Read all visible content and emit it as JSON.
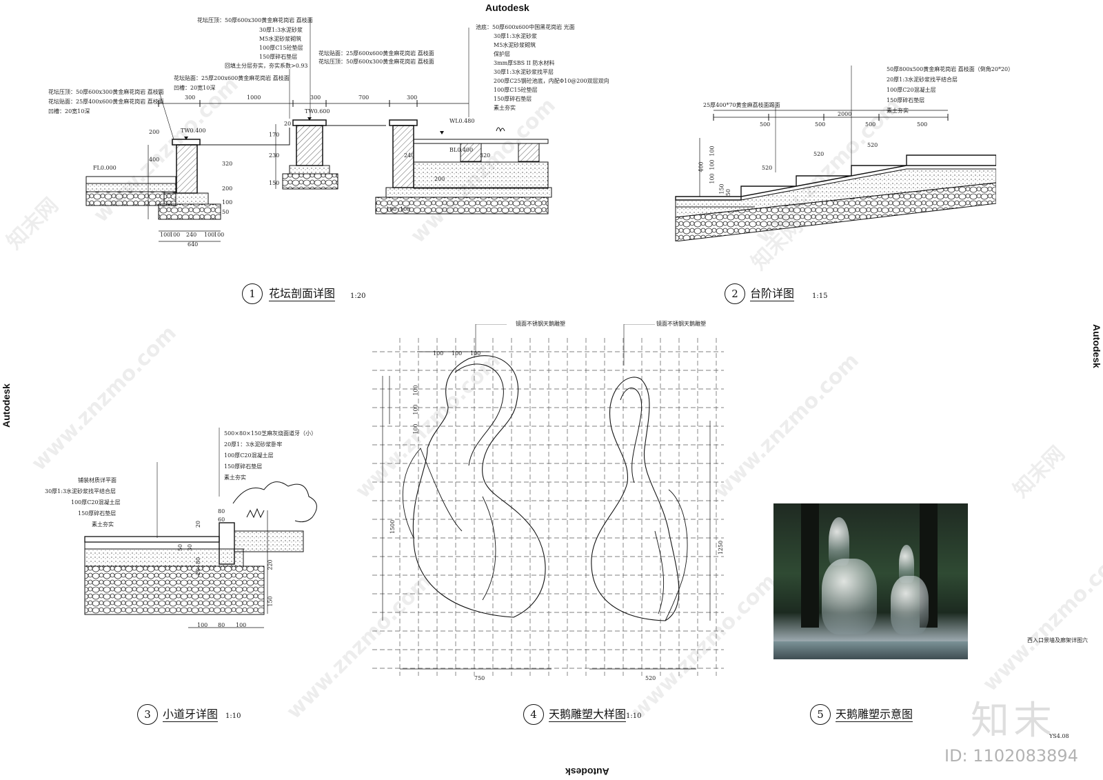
{
  "brand": {
    "top": "Autodesk",
    "left": "Autodesk",
    "right": "Autodesk",
    "bottom": "Autodesk"
  },
  "watermark": {
    "site": "www.znzmo.com",
    "cn": "知末网",
    "logo": "知末",
    "id": "ID: 1102083894"
  },
  "sheet_code": "YS4.08",
  "side_note": "西入口景墙及廊架详图六",
  "d1": {
    "num": "1",
    "title": "花坛剖面详图",
    "scale": "1:20",
    "notes_left": [
      "花坛压顶：50厚600x300黄金麻花岗岩 荔枝面",
      "花坛贴面：25厚400x600黄金麻花岗岩 荔枝面",
      "凹槽：20宽10深"
    ],
    "notes_mid": [
      "花坛压顶：50厚600x300黄金麻花岗岩 荔枝面",
      "30厚1:3水泥砂浆",
      "M5水泥砂浆砌筑",
      "100厚C15砼垫层",
      "150厚碎石垫层",
      "回填土分层夯实，夯实系数>0.93"
    ],
    "notes_mid2": [
      "花坛贴面：25厚200x600黄金麻花岗岩 荔枝面",
      "凹槽：20宽10深"
    ],
    "notes_mid3": [
      "花坛贴面：25厚600x600黄金麻花岗岩 荔枝面",
      "花坛压顶：50厚600x300黄金麻花岗岩 荔枝面"
    ],
    "notes_pool": [
      "池底：50厚600x600中国黑花岗岩 光面",
      "30厚1:3水泥砂浆",
      "M5水泥砂浆砌筑",
      "保护层",
      "3mm厚SBS II 防水材料",
      "30厚1:3水泥砂浆找平层",
      "200厚C25钢砼池底，内配Φ10@200双层双向",
      "100厚C15砼垫层",
      "150厚碎石垫层",
      "素土夯实"
    ],
    "levels": [
      "FL0.000",
      "TW0.400",
      "TW0.600",
      "WL0.480",
      "BL0.400"
    ],
    "dims_top": [
      "300",
      "1000",
      "300",
      "700",
      "300"
    ],
    "dims_bottom": [
      "100",
      "100",
      "240",
      "100",
      "100",
      "640"
    ],
    "dims_v": [
      "200",
      "400",
      "170",
      "230",
      "320",
      "150",
      "200",
      "100",
      "50",
      "20",
      "240",
      "320",
      "200",
      "100",
      "100"
    ]
  },
  "d2": {
    "num": "2",
    "title": "台阶详图",
    "scale": "1:15",
    "notes": [
      "50厚800x500黄金麻花岗岩 荔枝面（倒角20*20）",
      "20厚1:3水泥砂浆找平结合层",
      "100厚C20混凝土层",
      "150厚碎石垫层",
      "素土夯实"
    ],
    "note_left": "25厚400*70黄金麻荔枝面踢面",
    "dims_top": [
      "2000",
      "500",
      "500",
      "500",
      "500"
    ],
    "dims": [
      "520",
      "520",
      "520",
      "400",
      "100",
      "100",
      "100",
      "150",
      "50"
    ]
  },
  "d3": {
    "num": "3",
    "title": "小道牙详图",
    "scale": "1:10",
    "notes_right": [
      "500×80×150芝麻灰烧面道牙（小）",
      "20厚1：3水泥砂浆卧牢",
      "100厚C20混凝土层",
      "150厚碎石垫层",
      "素土夯实"
    ],
    "notes_left": [
      "铺装材质详平面",
      "30厚1:3水泥砂浆找平结合层",
      "100厚C20混凝土层",
      "150厚碎石垫层",
      "素土夯实"
    ],
    "dims_bottom": [
      "100",
      "80",
      "100"
    ],
    "dims": [
      "80",
      "60",
      "20",
      "50",
      "30",
      "220",
      "150",
      "80",
      "20"
    ]
  },
  "d4": {
    "num": "4",
    "title": "天鹅雕塑大样图",
    "scale": "1:10",
    "label1": "镜面不锈钢天鹅雕塑",
    "label2": "镜面不锈钢天鹅雕塑",
    "dims_top": [
      "100",
      "100",
      "100"
    ],
    "dims_side": [
      "100",
      "100",
      "100",
      "1500",
      "1250"
    ],
    "dims_bottom": [
      "750",
      "520"
    ]
  },
  "d5": {
    "num": "5",
    "title": "天鹅雕塑示意图"
  }
}
